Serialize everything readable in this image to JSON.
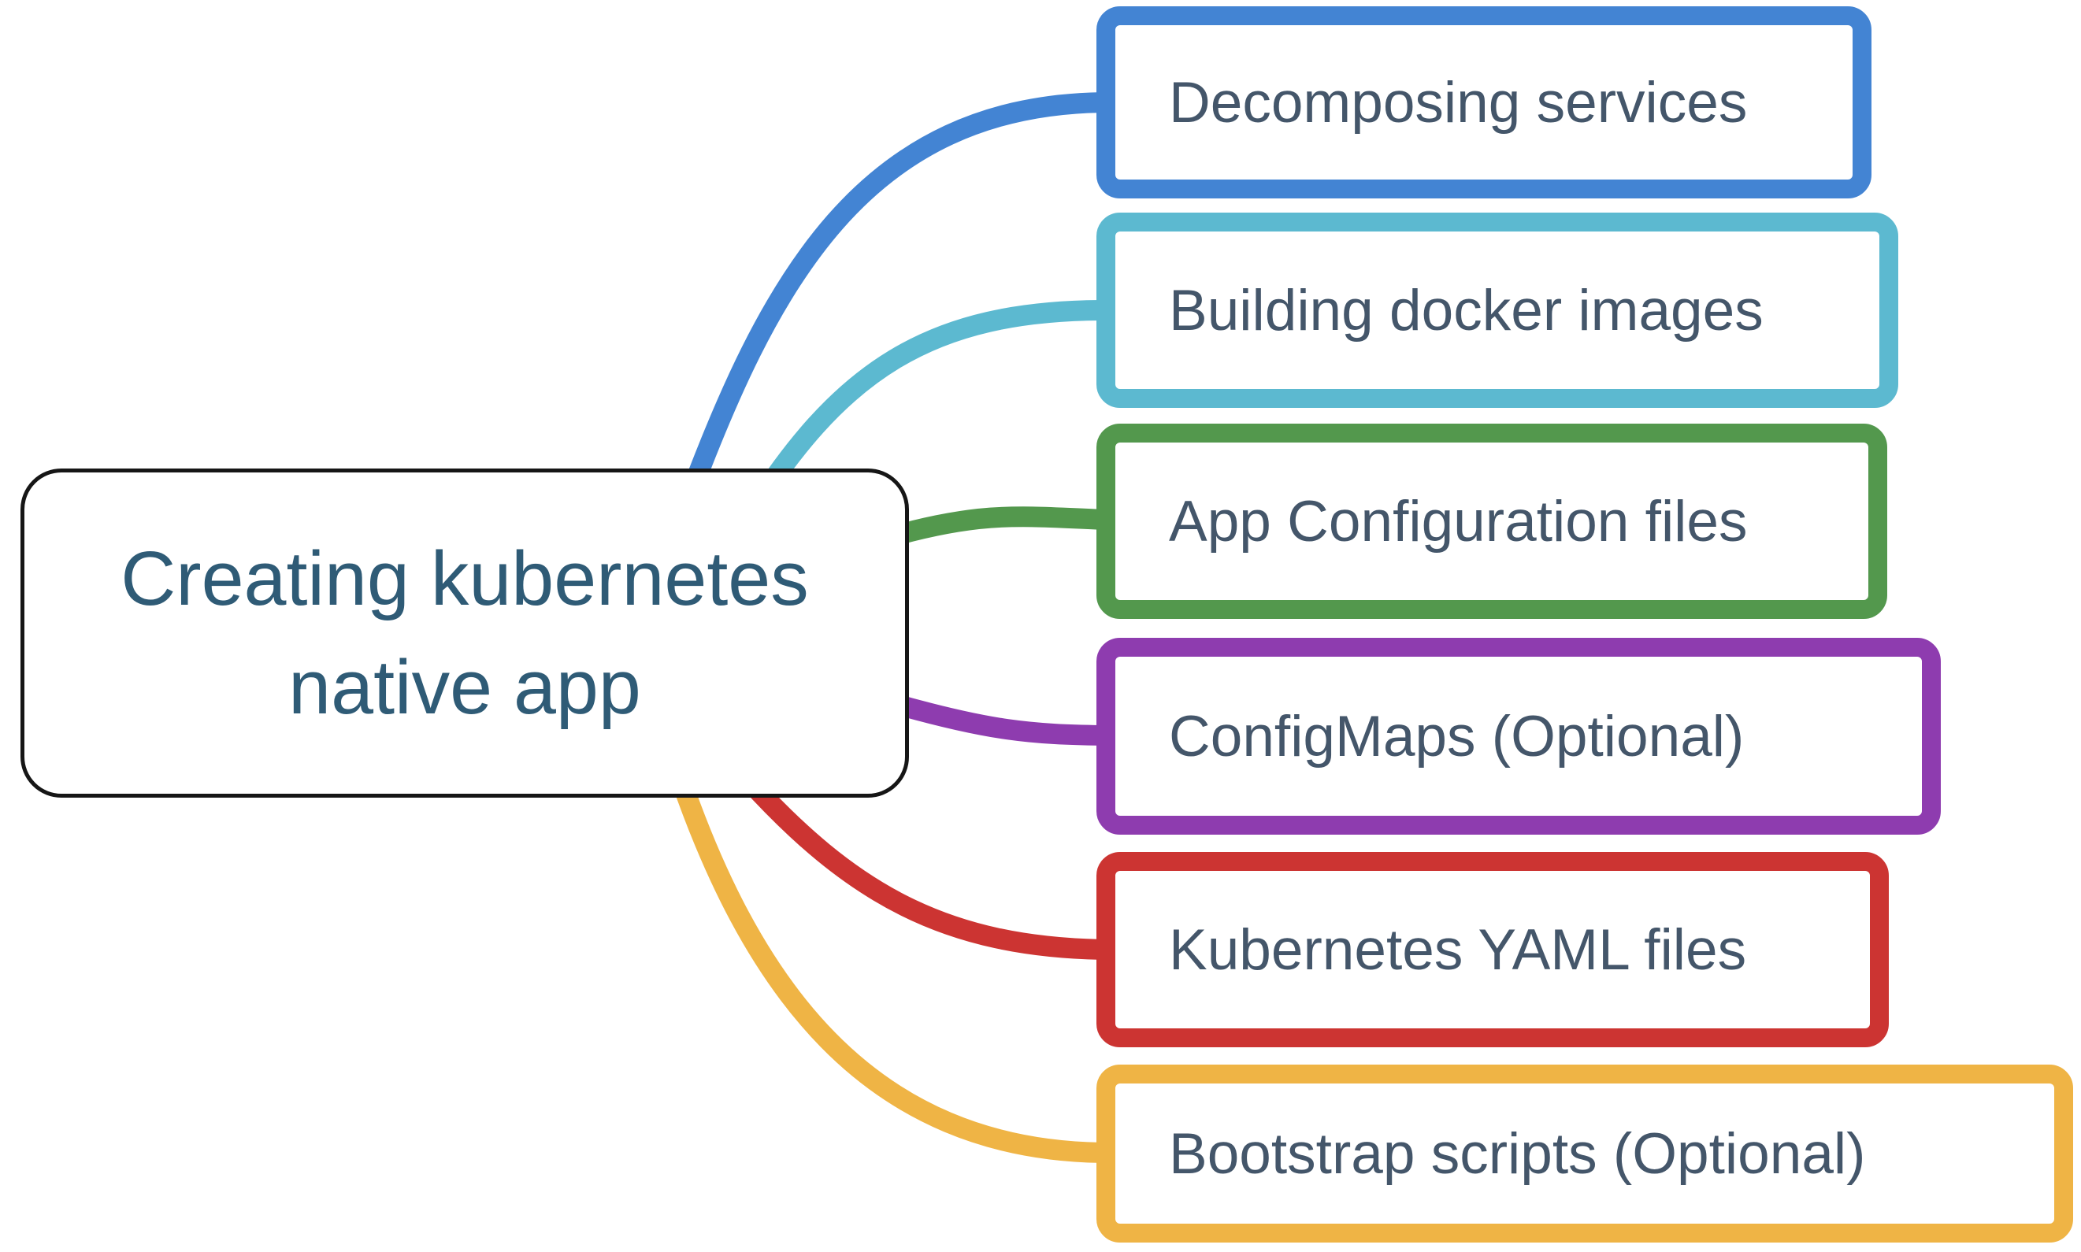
{
  "diagram": {
    "type": "mindmap",
    "background_color": "#ffffff",
    "root": {
      "label": "Creating kubernetes native app",
      "label_line1": "Creating kubernetes",
      "label_line2": "native app",
      "text_color": "#2f5b76",
      "border_color": "#161616",
      "fill_color": "#ffffff"
    },
    "branch_text_color": "#44566a",
    "branches": [
      {
        "label": "Decomposing services",
        "color": "#4384d3"
      },
      {
        "label": "Building docker images",
        "color": "#5cb9d0"
      },
      {
        "label": "App Configuration files",
        "color": "#53984d"
      },
      {
        "label": "ConfigMaps  (Optional)",
        "color": "#8e3caf"
      },
      {
        "label": "Kubernetes YAML files",
        "color": "#cc3432"
      },
      {
        "label": "Bootstrap scripts  (Optional)",
        "color": "#efb445"
      }
    ]
  }
}
